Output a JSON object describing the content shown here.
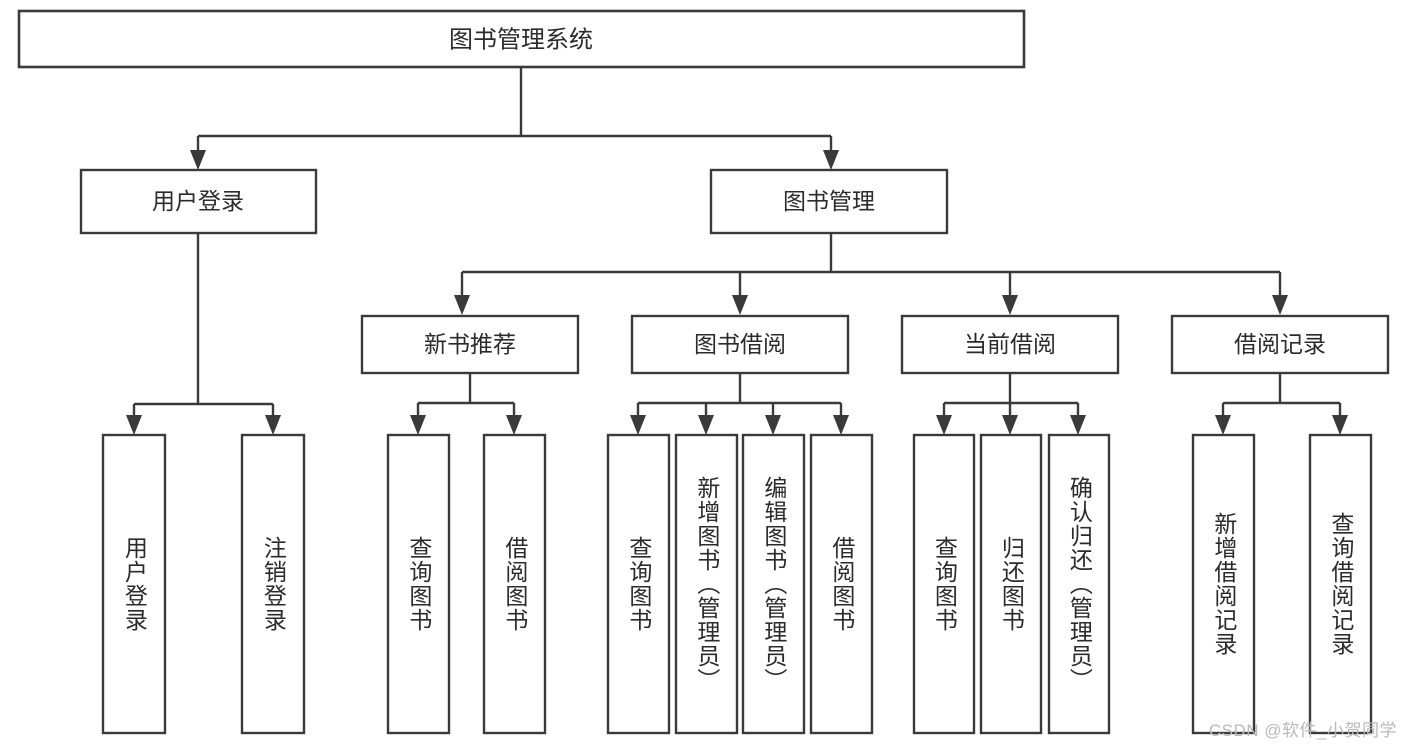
{
  "diagram": {
    "title": "图书管理系统",
    "type": "tree",
    "orientation": "top-down",
    "colors": {
      "box_stroke": "#3a3a3a",
      "box_fill": "#ffffff",
      "text": "#2b2b2b",
      "connector": "#3a3a3a",
      "watermark": "#b9b9b9",
      "background": "#ffffff"
    },
    "root": {
      "id": "root",
      "label": "图书管理系统"
    },
    "level1": [
      {
        "id": "user-login",
        "label": "用户登录"
      },
      {
        "id": "book-manage",
        "label": "图书管理"
      }
    ],
    "level2": [
      {
        "id": "new-book-recommend",
        "label": "新书推荐",
        "parent": "book-manage"
      },
      {
        "id": "book-borrow",
        "label": "图书借阅",
        "parent": "book-manage"
      },
      {
        "id": "current-borrow",
        "label": "当前借阅",
        "parent": "book-manage"
      },
      {
        "id": "borrow-record",
        "label": "借阅记录",
        "parent": "book-manage"
      }
    ],
    "leaves": [
      {
        "id": "leaf-user-login",
        "label": "用户登录",
        "parent": "user-login"
      },
      {
        "id": "leaf-user-logout",
        "label": "注销登录",
        "parent": "user-login"
      },
      {
        "id": "leaf-query-book-1",
        "label": "查询图书",
        "parent": "new-book-recommend"
      },
      {
        "id": "leaf-borrow-book-1",
        "label": "借阅图书",
        "parent": "new-book-recommend"
      },
      {
        "id": "leaf-query-book-2",
        "label": "查询图书",
        "parent": "book-borrow"
      },
      {
        "id": "leaf-add-book",
        "label": "新增图书（管理员）",
        "parent": "book-borrow"
      },
      {
        "id": "leaf-edit-book",
        "label": "编辑图书（管理员）",
        "parent": "book-borrow"
      },
      {
        "id": "leaf-borrow-book-2",
        "label": "借阅图书",
        "parent": "book-borrow"
      },
      {
        "id": "leaf-query-book-3",
        "label": "查询图书",
        "parent": "current-borrow"
      },
      {
        "id": "leaf-return-book",
        "label": "归还图书",
        "parent": "current-borrow"
      },
      {
        "id": "leaf-confirm-return",
        "label": "确认归还（管理员）",
        "parent": "current-borrow"
      },
      {
        "id": "leaf-add-record",
        "label": "新增借阅记录",
        "parent": "borrow-record"
      },
      {
        "id": "leaf-query-record",
        "label": "查询借阅记录",
        "parent": "borrow-record"
      }
    ],
    "watermark": "CSDN @软件_小贺同学"
  }
}
